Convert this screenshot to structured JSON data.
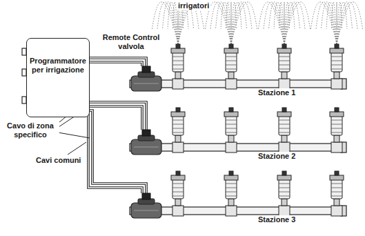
{
  "diagram": {
    "nodes": [
      {
        "text": [
          "Programmatore per irrigazione"
        ]
      }
    ],
    "labels": [
      "irrigatori",
      "Remote Control valvola",
      "Stazione 1",
      "Stazione 2",
      "Stazione 3",
      "Cavo di zona specifico",
      "Cavi comuni"
    ]
  }
}
